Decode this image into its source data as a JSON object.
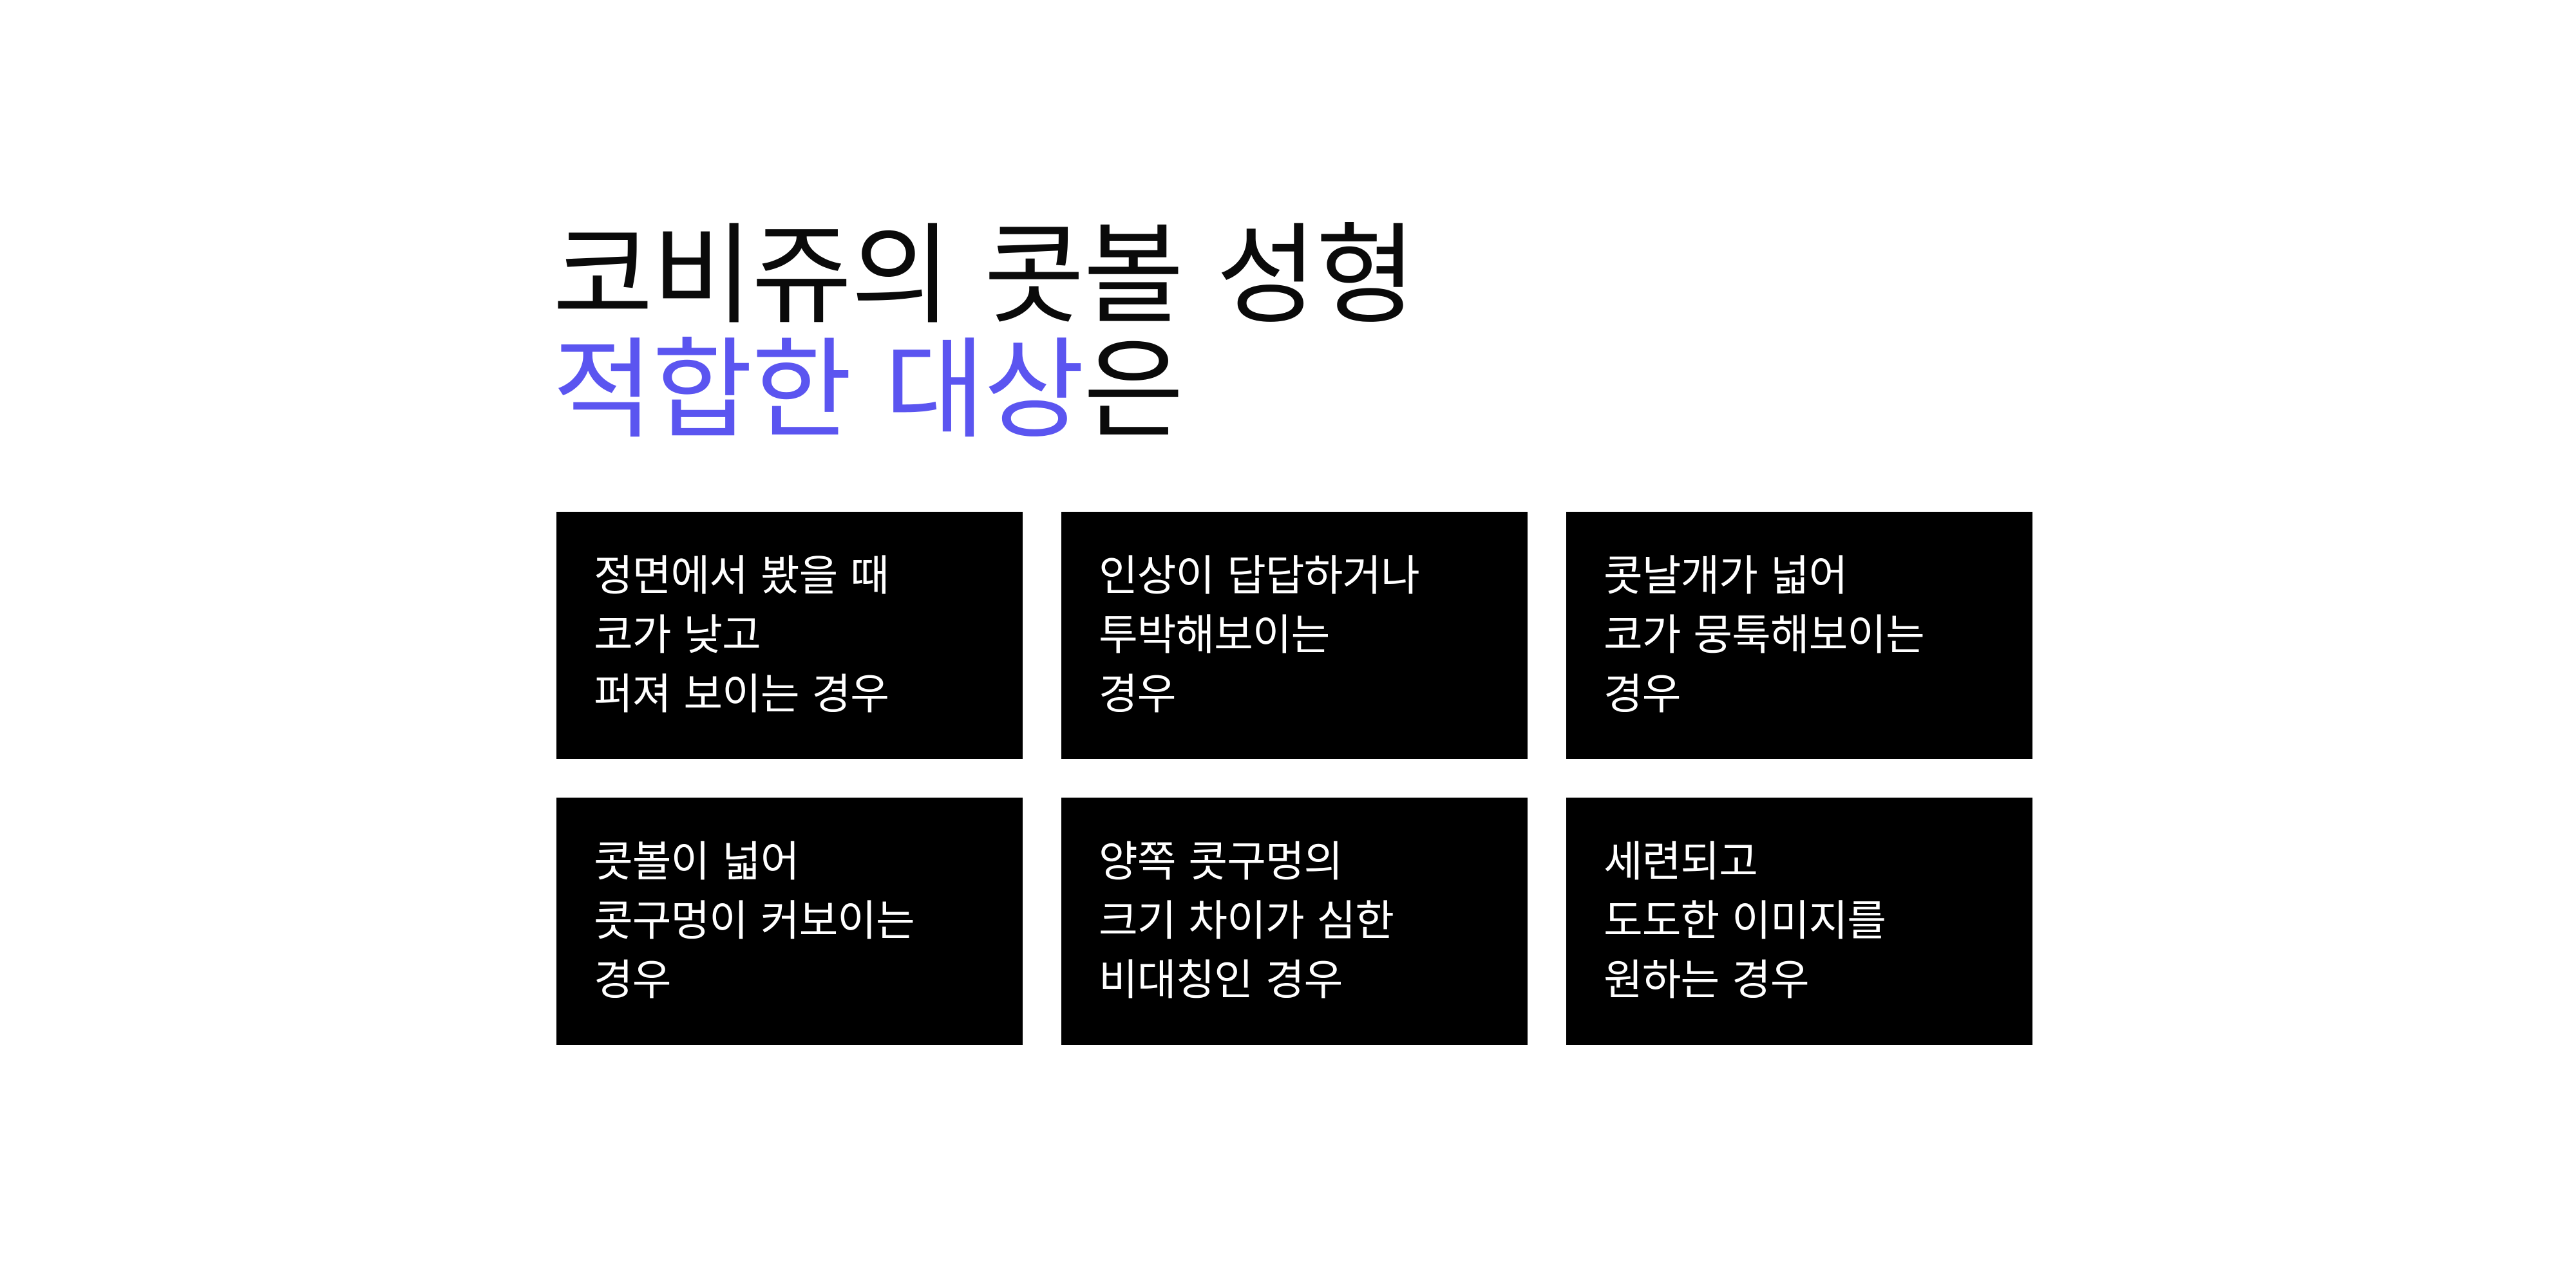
{
  "heading": {
    "line1": "코비쥬의 콧볼 성형",
    "line2_accent": "적합한 대상",
    "line2_rest": "은"
  },
  "cards": [
    {
      "lines": [
        "정면에서 봤을 때",
        "코가 낮고",
        "퍼져 보이는 경우"
      ]
    },
    {
      "lines": [
        "인상이 답답하거나",
        "투박해보이는",
        "경우"
      ]
    },
    {
      "lines": [
        "콧날개가 넓어",
        "코가 뭉툭해보이는",
        "경우"
      ]
    },
    {
      "lines": [
        "콧볼이 넓어",
        "콧구멍이 커보이는",
        "경우"
      ]
    },
    {
      "lines": [
        "양쪽 콧구멍의",
        "크기 차이가 심한",
        "비대칭인 경우"
      ]
    },
    {
      "lines": [
        "세련되고",
        "도도한 이미지를",
        "원하는 경우"
      ]
    }
  ],
  "colors": {
    "accent": "#5b55f0",
    "card_background": "#000000",
    "card_text": "#ffffff",
    "heading_text": "#0a0a0a"
  }
}
